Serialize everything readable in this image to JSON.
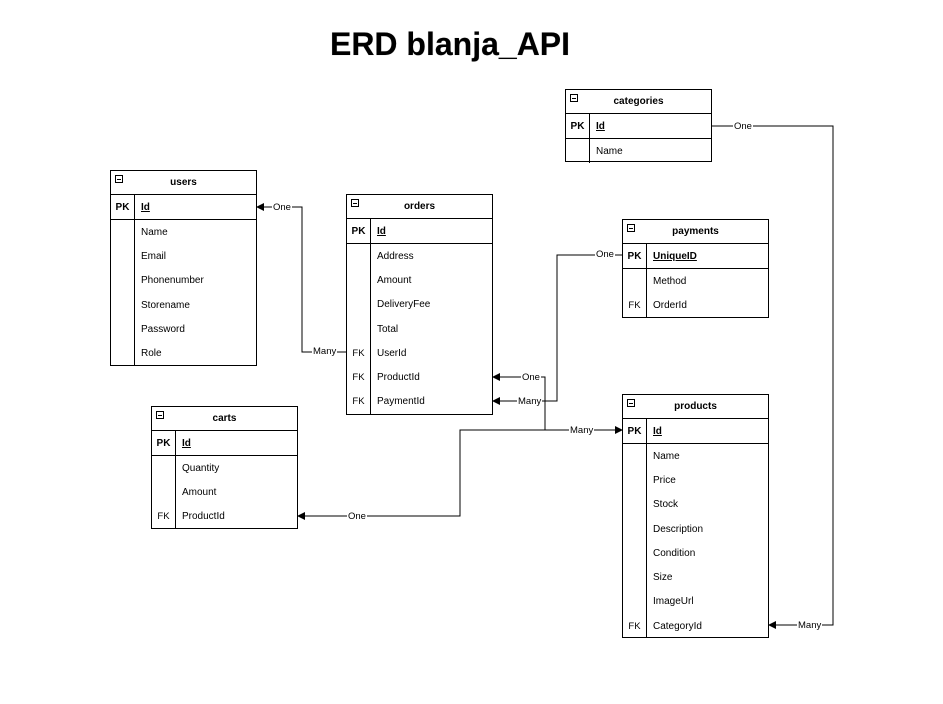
{
  "title": "ERD blanja_API",
  "entities": {
    "users": {
      "name": "users",
      "pk": {
        "key": "PK",
        "field": "Id"
      },
      "rows": [
        {
          "key": "",
          "field": "Name"
        },
        {
          "key": "",
          "field": "Email"
        },
        {
          "key": "",
          "field": "Phonenumber"
        },
        {
          "key": "",
          "field": "Storename"
        },
        {
          "key": "",
          "field": "Password"
        },
        {
          "key": "",
          "field": "Role"
        }
      ]
    },
    "orders": {
      "name": "orders",
      "pk": {
        "key": "PK",
        "field": "Id"
      },
      "rows": [
        {
          "key": "",
          "field": "Address"
        },
        {
          "key": "",
          "field": "Amount"
        },
        {
          "key": "",
          "field": "DeliveryFee"
        },
        {
          "key": "",
          "field": "Total"
        },
        {
          "key": "FK",
          "field": "UserId"
        },
        {
          "key": "FK",
          "field": "ProductId"
        },
        {
          "key": "FK",
          "field": "PaymentId"
        }
      ]
    },
    "categories": {
      "name": "categories",
      "pk": {
        "key": "PK",
        "field": "Id"
      },
      "rows": [
        {
          "key": "",
          "field": "Name"
        }
      ]
    },
    "payments": {
      "name": "payments",
      "pk": {
        "key": "PK",
        "field": "UniqueID"
      },
      "rows": [
        {
          "key": "",
          "field": "Method"
        },
        {
          "key": "FK",
          "field": "OrderId"
        }
      ]
    },
    "carts": {
      "name": "carts",
      "pk": {
        "key": "PK",
        "field": "Id"
      },
      "rows": [
        {
          "key": "",
          "field": "Quantity"
        },
        {
          "key": "",
          "field": "Amount"
        },
        {
          "key": "FK",
          "field": "ProductId"
        }
      ]
    },
    "products": {
      "name": "products",
      "pk": {
        "key": "PK",
        "field": "Id"
      },
      "rows": [
        {
          "key": "",
          "field": "Name"
        },
        {
          "key": "",
          "field": "Price"
        },
        {
          "key": "",
          "field": "Stock"
        },
        {
          "key": "",
          "field": "Description"
        },
        {
          "key": "",
          "field": "Condition"
        },
        {
          "key": "",
          "field": "Size"
        },
        {
          "key": "",
          "field": "ImageUrl"
        },
        {
          "key": "FK",
          "field": "CategoryId"
        }
      ]
    }
  },
  "relations": [
    {
      "id": "users-orders",
      "from_label": "One",
      "to_label": "Many"
    },
    {
      "id": "orders-payments",
      "from_label": "One",
      "to_label": "Many"
    },
    {
      "id": "orders-products",
      "from_label": "One",
      "to_label": "Many"
    },
    {
      "id": "carts-products",
      "from_label": "One"
    },
    {
      "id": "categories-products",
      "from_label": "One",
      "to_label": "Many"
    }
  ]
}
